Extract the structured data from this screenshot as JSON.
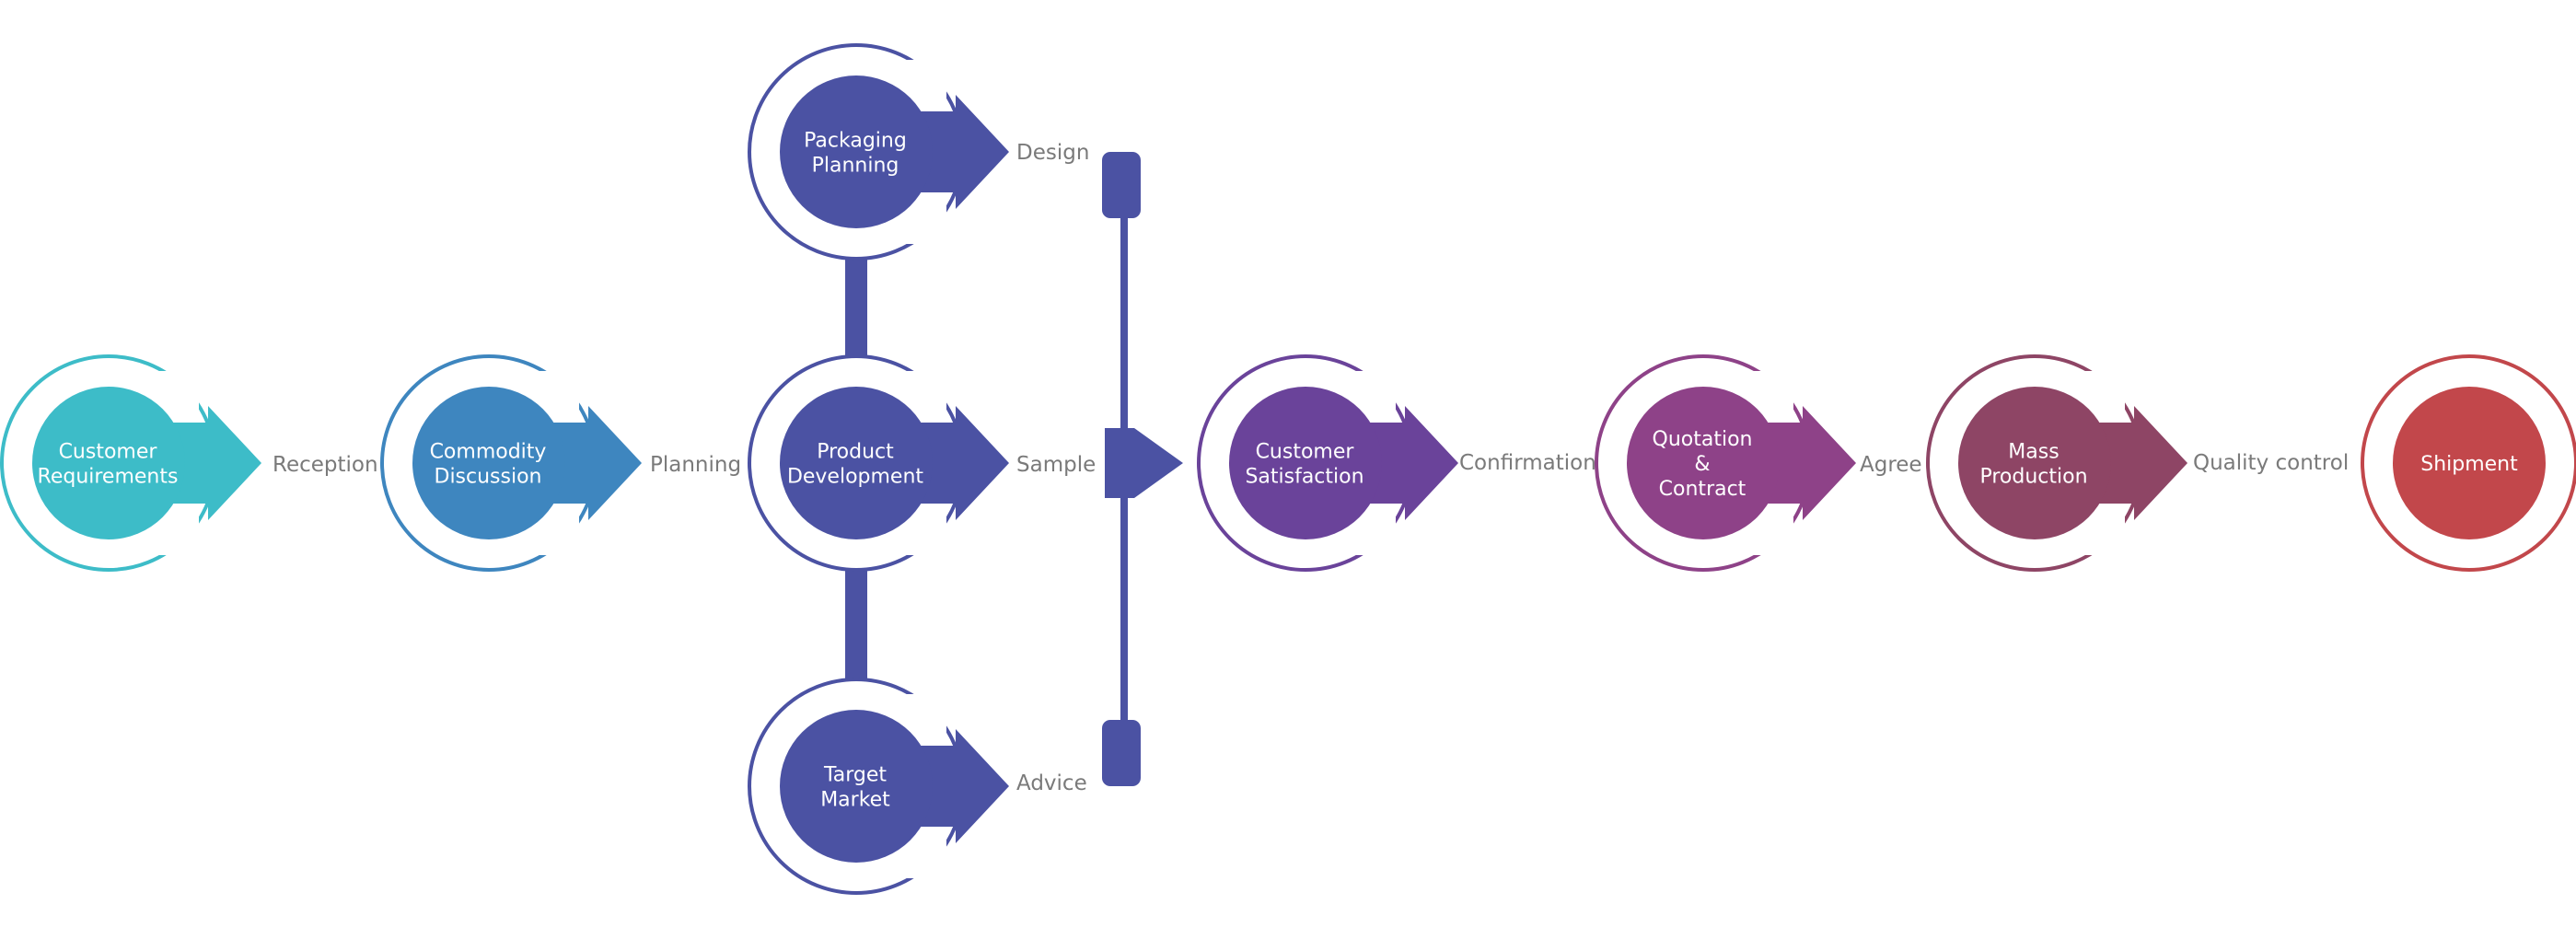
{
  "nodes": [
    {
      "id": "customer-requirements",
      "lines": [
        "Customer",
        "Requirements"
      ],
      "color": "#3DBCC8",
      "pointer": true
    },
    {
      "id": "commodity-discussion",
      "lines": [
        "Commodity",
        "Discussion"
      ],
      "color": "#3E86BF",
      "pointer": true
    },
    {
      "id": "packaging-planning",
      "lines": [
        "Packaging",
        "Planning"
      ],
      "color": "#4B52A3",
      "pointer": true
    },
    {
      "id": "product-development",
      "lines": [
        "Product",
        "Development"
      ],
      "color": "#4B52A3",
      "pointer": true
    },
    {
      "id": "target-market",
      "lines": [
        "Target",
        "Market"
      ],
      "color": "#4B52A3",
      "pointer": true
    },
    {
      "id": "customer-satisfaction",
      "lines": [
        "Customer",
        "Satisfaction"
      ],
      "color": "#6A439A",
      "pointer": true
    },
    {
      "id": "quotation-contract",
      "lines": [
        "Quotation",
        "&",
        "Contract"
      ],
      "color": "#8E4288",
      "pointer": true
    },
    {
      "id": "mass-production",
      "lines": [
        "Mass",
        "Production"
      ],
      "color": "#8E4565",
      "pointer": true
    },
    {
      "id": "shipment",
      "lines": [
        "Shipment"
      ],
      "color": "#C2474B",
      "pointer": false
    }
  ],
  "edge_labels": [
    {
      "id": "reception",
      "text": "Reception"
    },
    {
      "id": "planning",
      "text": "Planning"
    },
    {
      "id": "design",
      "text": "Design"
    },
    {
      "id": "sample",
      "text": "Sample"
    },
    {
      "id": "advice",
      "text": "Advice"
    },
    {
      "id": "confirmation",
      "text": "Confirmation"
    },
    {
      "id": "agree",
      "text": "Agree"
    },
    {
      "id": "quality-control",
      "text": "Quality control"
    }
  ],
  "connector_color": "#4B52A3"
}
